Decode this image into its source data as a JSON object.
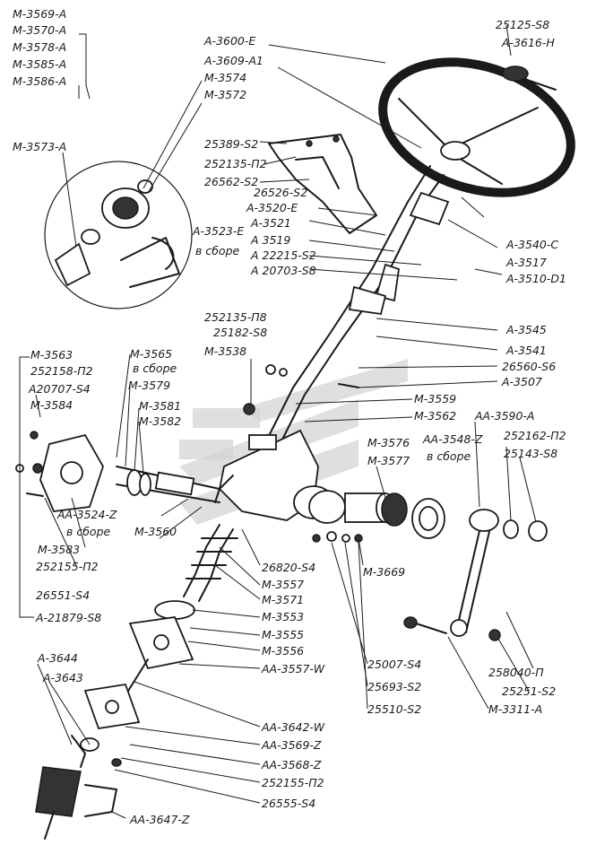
{
  "labels": {
    "l1": "M-3569-A",
    "l2": "M-3570-A",
    "l3": "M-3578-A",
    "l4": "M-3585-A",
    "l5": "M-3586-A",
    "l6": "A-3600-E",
    "l7": "A-3609-A1",
    "l8": "M-3574",
    "l9": "M-3572",
    "l10": "25125-S8",
    "l11": "A-3616-H",
    "l12": "M-3573-A",
    "l13": "25389-S2",
    "l14": "252135-П2",
    "l15": "26562-S2",
    "l16": "26526-S2",
    "l17": "A-3523-E",
    "l18": "в сборе",
    "l19": "A-3520-E",
    "l20": "A-3521",
    "l21": "A 3519",
    "l22": "A 22215-S2",
    "l23": "A 20703-S8",
    "l24": "A-3540-C",
    "l25": "A-3517",
    "l26": "A-3510-D1",
    "l27": "252135-П8",
    "l28": "25182-S8",
    "l29": "M-3538",
    "l30": "A-3545",
    "l31": "A-3541",
    "l32": "26560-S6",
    "l33": "A-3507",
    "l34": "M-3563",
    "l35": "252158-П2",
    "l36": "A20707-S4",
    "l37": "M-3584",
    "l38": "M-3565",
    "l39": "в сборе",
    "l40": "M-3579",
    "l41": "M-3581",
    "l42": "M-3582",
    "l43": "M-3559",
    "l44": "M-3562",
    "l45": "AA-3590-A",
    "l46": "M-3576",
    "l47": "AA-3548-Z",
    "l48": "M-3577",
    "l49": "в сборе",
    "l50": "252162-П2",
    "l51": "25143-S8",
    "l52": "AA-3524-Z",
    "l53": "в сборе",
    "l54": "M-3560",
    "l55": "M-3583",
    "l56": "252155-П2",
    "l57": "M-3669",
    "l58": "26820-S4",
    "l59": "M-3557",
    "l60": "M-3571",
    "l61": "26551-S4",
    "l62": "M-3553",
    "l63": "A-21879-S8",
    "l64": "M-3555",
    "l65": "M-3556",
    "l66": "A-3644",
    "l67": "A-3643",
    "l68": "AA-3557-W",
    "l69": "25007-S4",
    "l70": "25693-S2",
    "l71": "25510-S2",
    "l72": "258040-П",
    "l73": "25251-S2",
    "l74": "M-3311-A",
    "l75": "AA-3642-W",
    "l76": "AA-3569-Z",
    "l77": "AA-3568-Z",
    "l78": "252155-П2",
    "l79": "26555-S4",
    "l80": "AA-3647-Z"
  }
}
